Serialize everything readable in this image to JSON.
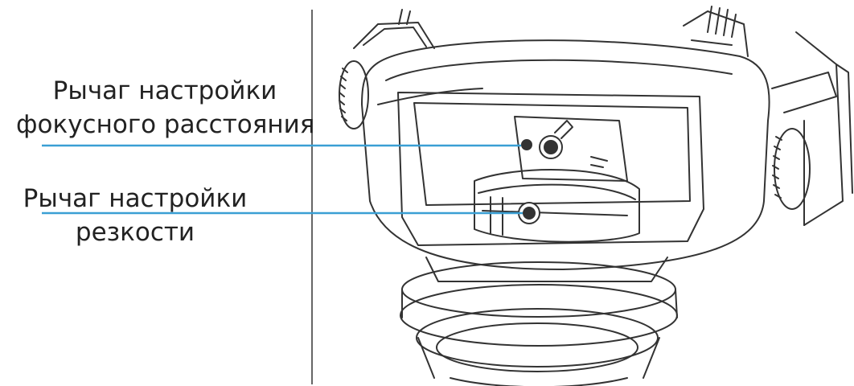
{
  "colors": {
    "callout_line": "#3a9fd4",
    "divider": "#333333",
    "drawing": "#333333",
    "text": "#222222"
  },
  "labels": {
    "focal_lever": {
      "line1": "Рычаг настройки",
      "line2": "фокусного расстояния"
    },
    "sharpness_lever": {
      "line1": "Рычаг настройки",
      "line2": "резкости"
    }
  },
  "illustration": {
    "subject": "camera-lens-module"
  }
}
